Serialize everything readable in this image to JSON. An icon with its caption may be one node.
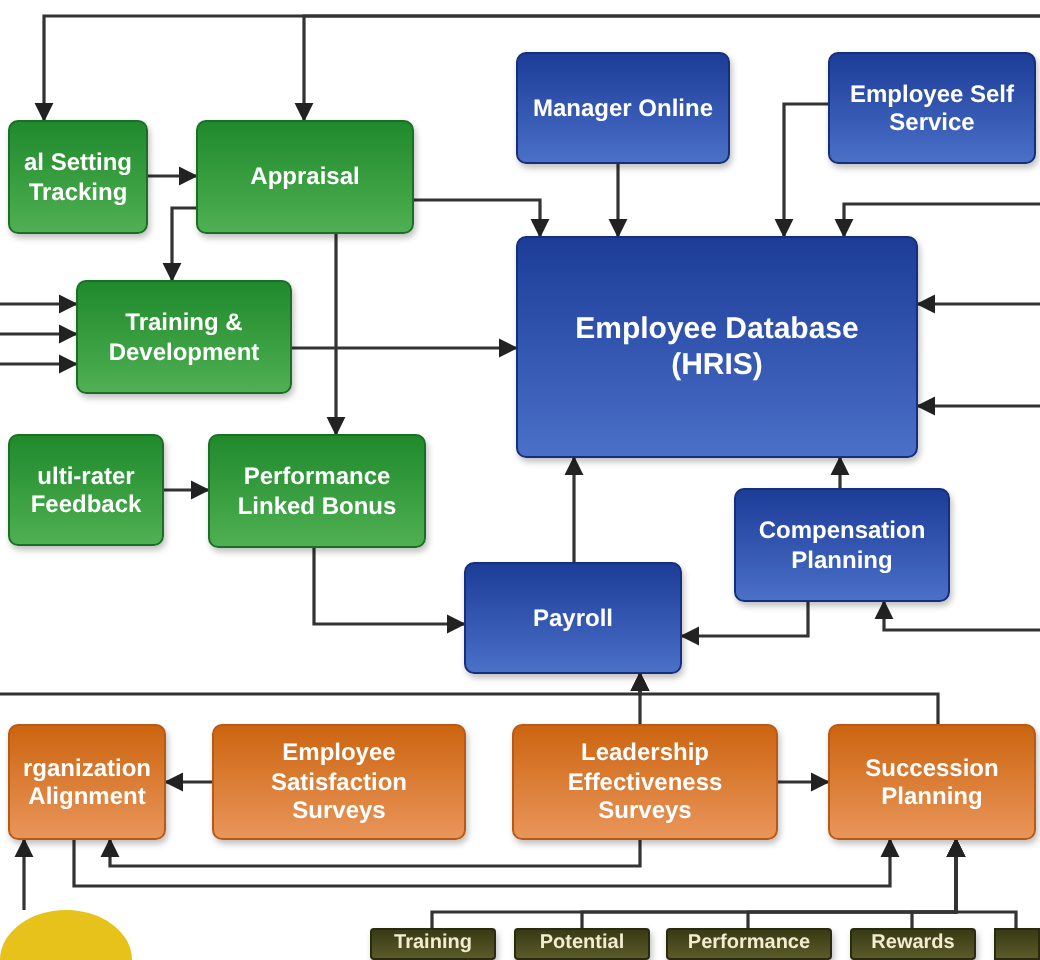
{
  "diagram": {
    "nodes": [
      {
        "text": [
          "al Setting Tracking"
        ]
      },
      {
        "text": [
          "Appraisal"
        ]
      },
      {
        "text": [
          "Manager Online"
        ]
      },
      {
        "text": [
          "Employee Self Service"
        ]
      },
      {
        "text": [
          "Training & Development"
        ]
      },
      {
        "text": [
          "Employee Database (HRIS)"
        ]
      },
      {
        "text": [
          "ulti-rater Feedback"
        ]
      },
      {
        "text": [
          "Performance Linked Bonus"
        ]
      },
      {
        "text": [
          "Compensation Planning"
        ]
      },
      {
        "text": [
          "Payroll"
        ]
      },
      {
        "text": [
          "rganization Alignment"
        ]
      },
      {
        "text": [
          "Employee Satisfaction Surveys"
        ]
      },
      {
        "text": [
          "Leadership Effectiveness Surveys"
        ]
      },
      {
        "text": [
          "Succession Planning"
        ]
      },
      {
        "text": [],
        "shape": "circle"
      },
      {
        "text": [
          "Training"
        ]
      },
      {
        "text": [
          "Potential"
        ]
      },
      {
        "text": [
          "Performance"
        ]
      },
      {
        "text": [
          "Rewards"
        ]
      },
      {
        "text": [],
        "shape": "box"
      }
    ],
    "edges": [
      {
        "from": null,
        "to": 0,
        "arrow": "to"
      },
      {
        "from": null,
        "to": 1,
        "arrow": "to"
      },
      {
        "from": 0,
        "to": 1,
        "arrow": "to"
      },
      {
        "from": 1,
        "to": 4,
        "arrow": "to"
      },
      {
        "from": 1,
        "to": 7,
        "arrow": "to"
      },
      {
        "from": 1,
        "to": 5,
        "arrow": "to"
      },
      {
        "from": 2,
        "to": 5,
        "arrow": "to"
      },
      {
        "from": 3,
        "to": 5,
        "arrow": "to"
      },
      {
        "from": null,
        "to": 5,
        "arrow": "to"
      },
      {
        "from": null,
        "to": 4,
        "arrow": "to"
      },
      {
        "from": null,
        "to": 4,
        "arrow": "to"
      },
      {
        "from": null,
        "to": 4,
        "arrow": "to"
      },
      {
        "from": 4,
        "to": 5,
        "arrow": "to"
      },
      {
        "from": null,
        "to": 5,
        "arrow": "to"
      },
      {
        "from": null,
        "to": 5,
        "arrow": "to"
      },
      {
        "from": 6,
        "to": 7,
        "arrow": "to"
      },
      {
        "from": 7,
        "to": 9,
        "arrow": "to"
      },
      {
        "from": 9,
        "to": 5,
        "arrow": "to"
      },
      {
        "from": 8,
        "to": 5,
        "arrow": "to"
      },
      {
        "from": 8,
        "to": 9,
        "arrow": "to"
      },
      {
        "from": null,
        "to": 8,
        "arrow": "to"
      },
      {
        "from": 12,
        "to": 9,
        "arrow": "to"
      },
      {
        "from": 13,
        "to": 9,
        "arrow": "to"
      },
      {
        "from": null,
        "to": 9,
        "arrow": "to"
      },
      {
        "from": 11,
        "to": 10,
        "arrow": "to"
      },
      {
        "from": 12,
        "to": 13,
        "arrow": "to"
      },
      {
        "from": 12,
        "to": 10,
        "arrow": "to"
      },
      {
        "from": 10,
        "to": 13,
        "arrow": "to"
      },
      {
        "from": 14,
        "to": 10,
        "arrow": "to"
      },
      {
        "from": 15,
        "to": 13,
        "arrow": "to"
      },
      {
        "from": 16,
        "to": 13,
        "arrow": "to"
      },
      {
        "from": 17,
        "to": 13,
        "arrow": "to"
      },
      {
        "from": 18,
        "to": 13,
        "arrow": "to"
      },
      {
        "from": 19,
        "to": 13,
        "arrow": "to"
      }
    ]
  }
}
